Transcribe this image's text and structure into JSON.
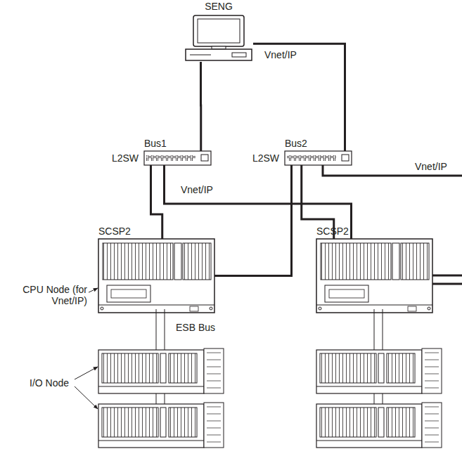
{
  "diagram": {
    "nodes": [
      {
        "text": [
          "SENG"
        ]
      },
      {
        "text": [
          "Bus1",
          "L2SW"
        ]
      },
      {
        "text": [
          "Bus2",
          "L2SW"
        ]
      },
      {
        "text": [
          "SCSP2"
        ]
      },
      {
        "text": [
          "SCSP2"
        ]
      }
    ],
    "edges": [
      {
        "from": 0,
        "to": 1,
        "arrow": "none"
      },
      {
        "from": 0,
        "to": 2,
        "arrow": "none",
        "label": "Vnet/IP"
      },
      {
        "from": 1,
        "to": 3,
        "arrow": "none"
      },
      {
        "from": 1,
        "to": 4,
        "arrow": "none",
        "label": "Vnet/IP"
      },
      {
        "from": 2,
        "to": 3,
        "arrow": "none"
      },
      {
        "from": 2,
        "to": 4,
        "arrow": "none"
      }
    ],
    "labels": [
      "Vnet/IP",
      "CPU Node (for Vnet/IP)",
      "ESB Bus",
      "I/O Node"
    ]
  }
}
